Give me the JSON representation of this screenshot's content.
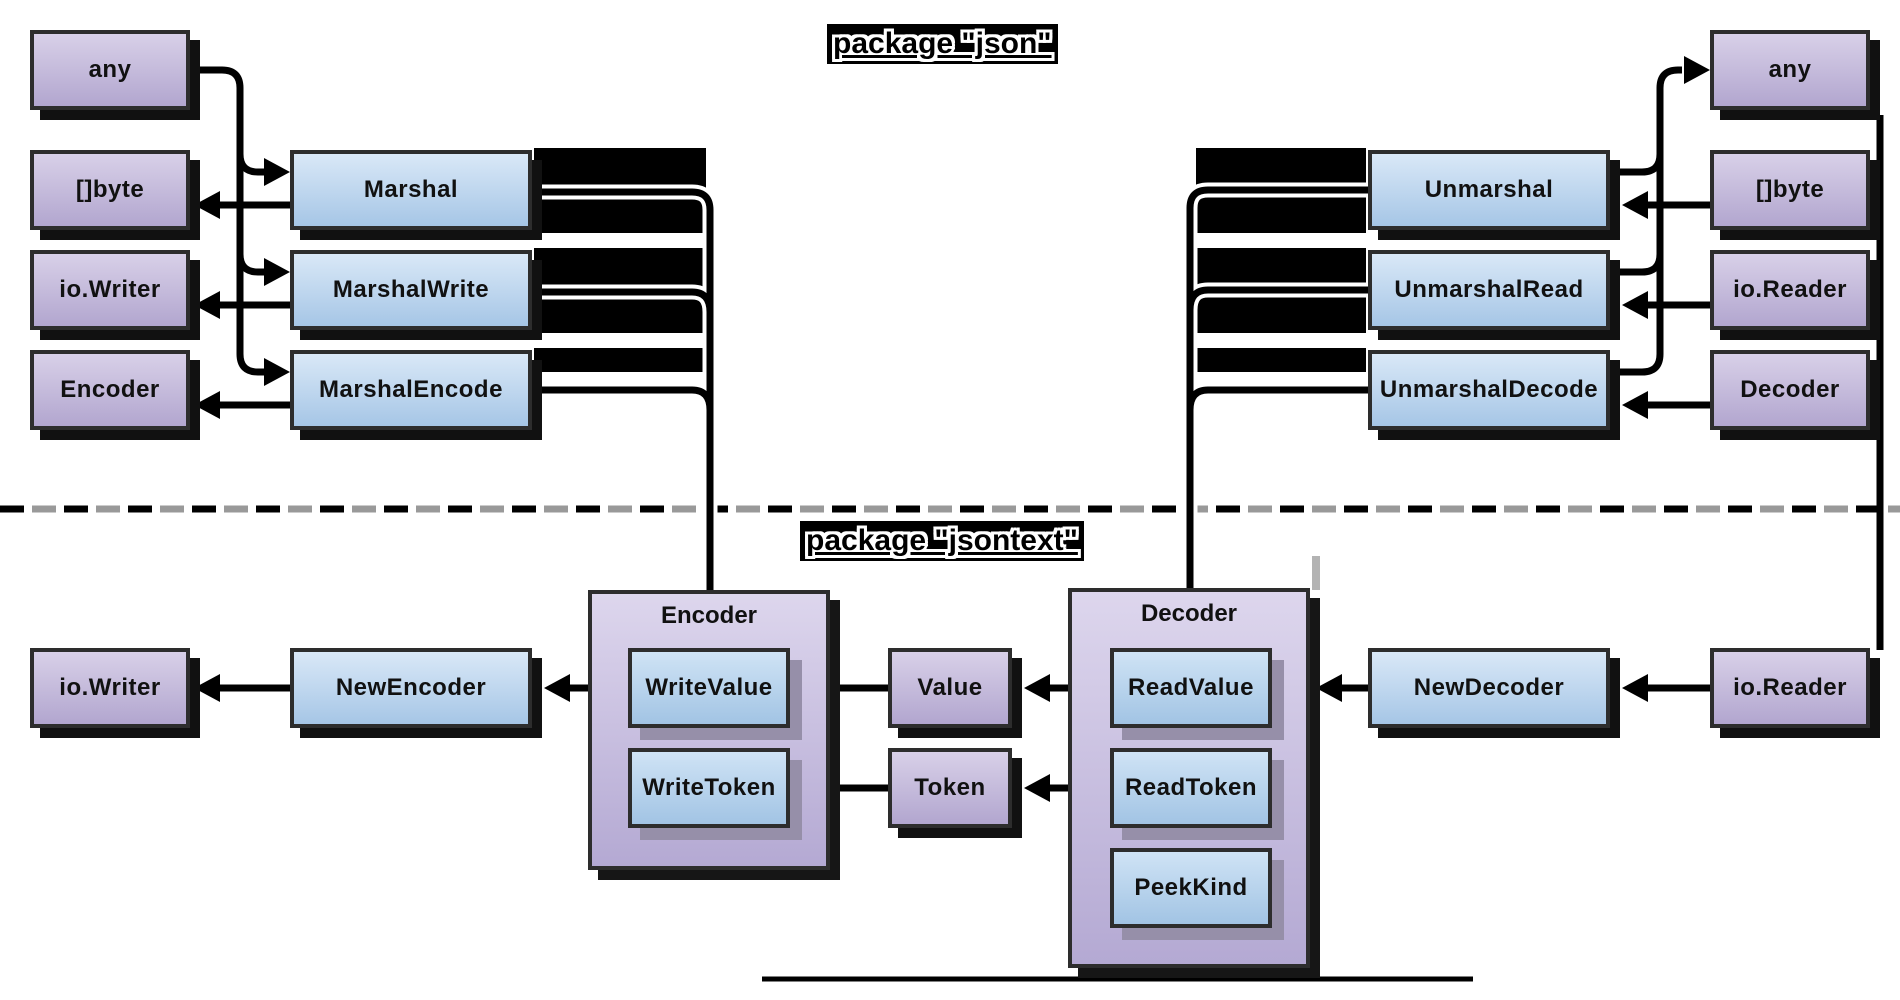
{
  "diagram": {
    "json_title": "package \"json\"",
    "jsontext_title": "package \"jsontext\"",
    "json": {
      "inputs_left": [
        "any",
        "[]byte",
        "io.Writer",
        "Encoder"
      ],
      "marshal_functions": [
        "Marshal",
        "MarshalWrite",
        "MarshalEncode"
      ],
      "unmarshal_functions": [
        "Unmarshal",
        "UnmarshalRead",
        "UnmarshalDecode"
      ],
      "inputs_right": [
        "any",
        "[]byte",
        "io.Reader",
        "Decoder"
      ]
    },
    "jsontext": {
      "io_writer": "io.Writer",
      "new_encoder": "NewEncoder",
      "encoder_title": "Encoder",
      "encoder_methods": [
        "WriteValue",
        "WriteToken"
      ],
      "value": "Value",
      "token": "Token",
      "decoder_title": "Decoder",
      "decoder_methods": [
        "ReadValue",
        "ReadToken",
        "PeekKind"
      ],
      "new_decoder": "NewDecoder",
      "io_reader": "io.Reader"
    },
    "colors": {
      "purple_top": "#d8d0e8",
      "purple_bottom": "#b2a6cf",
      "blue_top": "#d9e8f7",
      "blue_bottom": "#a6c6e6",
      "border": "#2d2d2d",
      "shadow_dark": "#111111",
      "shadow_gray": "#968fa9",
      "dash_alternate": "#999999"
    }
  }
}
